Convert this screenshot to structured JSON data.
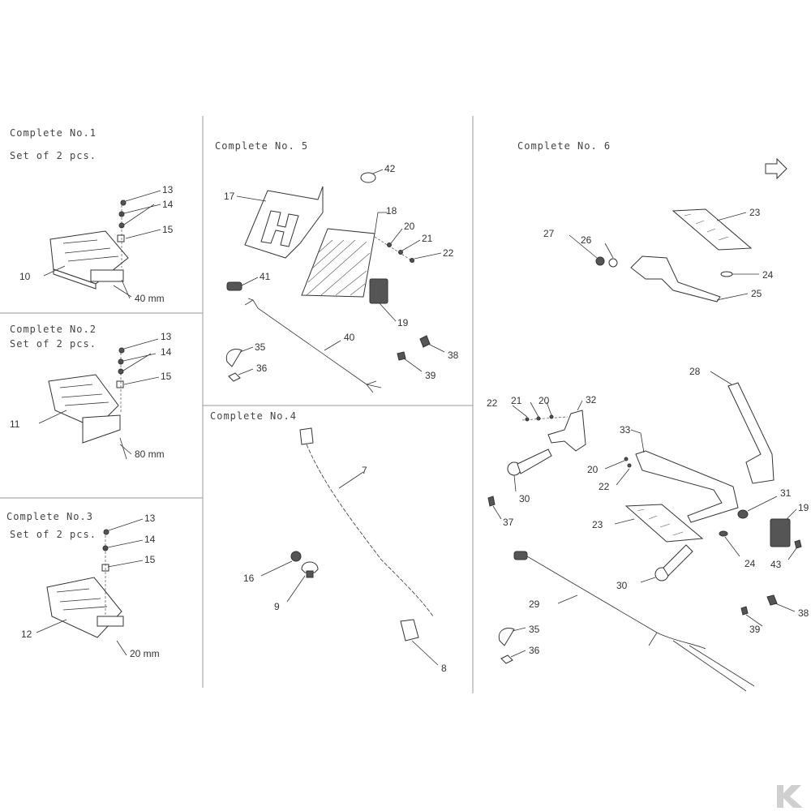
{
  "panels": {
    "c1": {
      "title": "Complete No.1",
      "subtitle": "Set of 2 pcs.",
      "dimension": "40 mm"
    },
    "c2": {
      "title": "Complete No.2",
      "subtitle": "Set of 2 pcs.",
      "dimension": "80 mm"
    },
    "c3": {
      "title": "Complete No.3",
      "subtitle": "Set of 2 pcs.",
      "dimension": "20 mm"
    },
    "c4": {
      "title": "Complete No.4"
    },
    "c5": {
      "title": "Complete No. 5"
    },
    "c6": {
      "title": "Complete No. 6"
    }
  },
  "callouts": {
    "c1": [
      "13",
      "14",
      "15",
      "10"
    ],
    "c2": [
      "13",
      "14",
      "15",
      "11"
    ],
    "c3": [
      "13",
      "14",
      "15",
      "12"
    ],
    "c4": [
      "7",
      "16",
      "9",
      "8"
    ],
    "c5": [
      "42",
      "17",
      "18",
      "20",
      "21",
      "22",
      "41",
      "19",
      "40",
      "38",
      "35",
      "36",
      "39"
    ],
    "c6": [
      "23",
      "27",
      "26",
      "24",
      "25",
      "28",
      "22",
      "21",
      "20",
      "32",
      "33",
      "20",
      "22",
      "30",
      "37",
      "23",
      "31",
      "19",
      "24",
      "43",
      "30",
      "29",
      "38",
      "35",
      "39",
      "36"
    ]
  },
  "colors": {
    "line": "#333333",
    "divider": "#999999",
    "logo": "#cfcfcf"
  },
  "icons": {
    "orientation": "direction-arrow-icon",
    "logo": "brand-logo-icon"
  }
}
